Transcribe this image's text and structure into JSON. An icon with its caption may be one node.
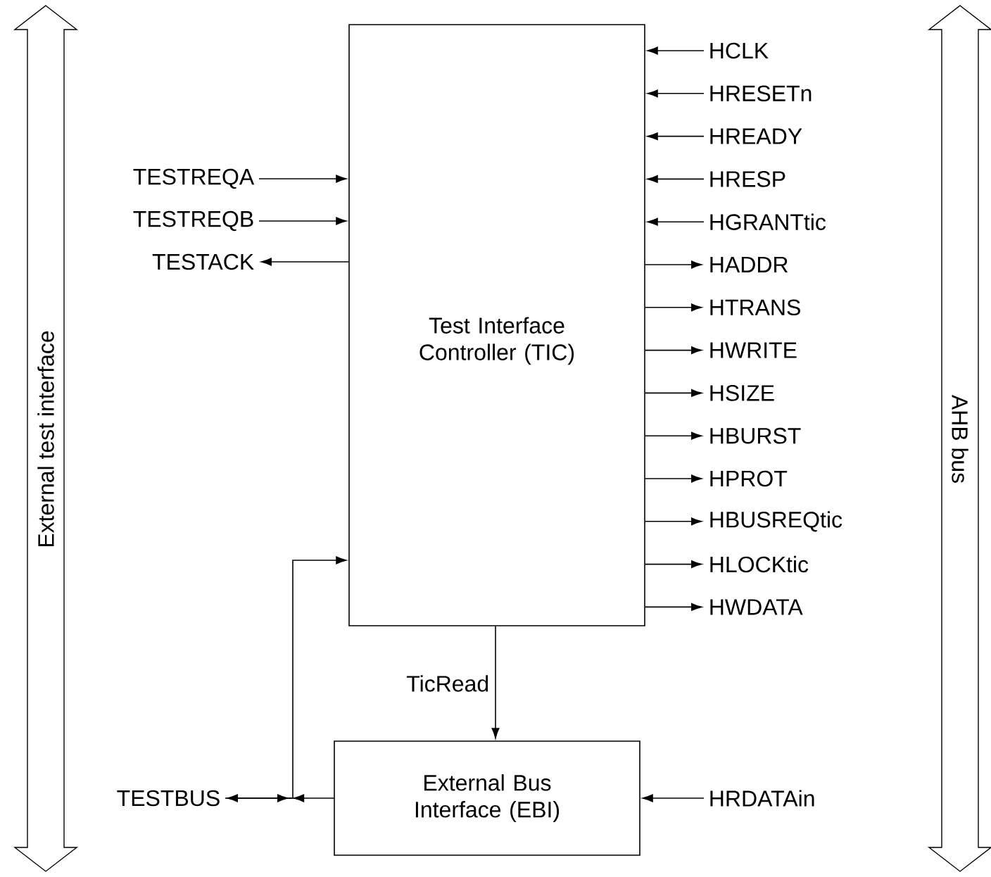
{
  "diagram": {
    "nodes": [
      {
        "text": [
          "External test interface"
        ]
      },
      {
        "text": [
          "Test Interface Controller (TIC)"
        ]
      },
      {
        "text": [
          "TESTREQA"
        ]
      },
      {
        "text": [
          "TESTREQB"
        ]
      },
      {
        "text": [
          "TESTACK"
        ]
      },
      {
        "text": [
          "HCLK"
        ]
      },
      {
        "text": [
          "HRESETn"
        ]
      },
      {
        "text": [
          "HREADY"
        ]
      },
      {
        "text": [
          "HRESP"
        ]
      },
      {
        "text": [
          "HGRANTtic"
        ]
      },
      {
        "text": [
          "HADDR"
        ]
      },
      {
        "text": [
          "HTRANS"
        ]
      },
      {
        "text": [
          "HWRITE"
        ]
      },
      {
        "text": [
          "HSIZE"
        ]
      },
      {
        "text": [
          "HBURST"
        ]
      },
      {
        "text": [
          "HPROT"
        ]
      },
      {
        "text": [
          "HBUSREQtic"
        ]
      },
      {
        "text": [
          "HLOCKtic"
        ]
      },
      {
        "text": [
          "HWDATA"
        ]
      },
      {
        "text": [
          "AHB bus"
        ]
      },
      {
        "text": [
          "External Bus Interface (EBI)"
        ]
      },
      {
        "text": [
          "TESTBUS"
        ]
      },
      {
        "text": [
          "HRDATAin"
        ]
      }
    ],
    "edges": [
      {
        "from": 2,
        "to": 1,
        "arrow": "to"
      },
      {
        "from": 3,
        "to": 1,
        "arrow": "to"
      },
      {
        "from": 1,
        "to": 4,
        "arrow": "to"
      },
      {
        "from": 5,
        "to": 1,
        "arrow": "to"
      },
      {
        "from": 6,
        "to": 1,
        "arrow": "to"
      },
      {
        "from": 7,
        "to": 1,
        "arrow": "to"
      },
      {
        "from": 8,
        "to": 1,
        "arrow": "to"
      },
      {
        "from": 9,
        "to": 1,
        "arrow": "to"
      },
      {
        "from": 1,
        "to": 10,
        "arrow": "to"
      },
      {
        "from": 1,
        "to": 11,
        "arrow": "to"
      },
      {
        "from": 1,
        "to": 12,
        "arrow": "to"
      },
      {
        "from": 1,
        "to": 13,
        "arrow": "to"
      },
      {
        "from": 1,
        "to": 14,
        "arrow": "to"
      },
      {
        "from": 1,
        "to": 15,
        "arrow": "to"
      },
      {
        "from": 1,
        "to": 16,
        "arrow": "to"
      },
      {
        "from": 1,
        "to": 17,
        "arrow": "to"
      },
      {
        "from": 1,
        "to": 18,
        "arrow": "to"
      },
      {
        "from": 1,
        "to": 20,
        "arrow": "to",
        "label": "TicRead"
      },
      {
        "from": 22,
        "to": 20,
        "arrow": "to"
      },
      {
        "from": 20,
        "to": 21,
        "arrow": "to"
      },
      {
        "from": 21,
        "to": 1,
        "arrow": "to"
      }
    ]
  }
}
